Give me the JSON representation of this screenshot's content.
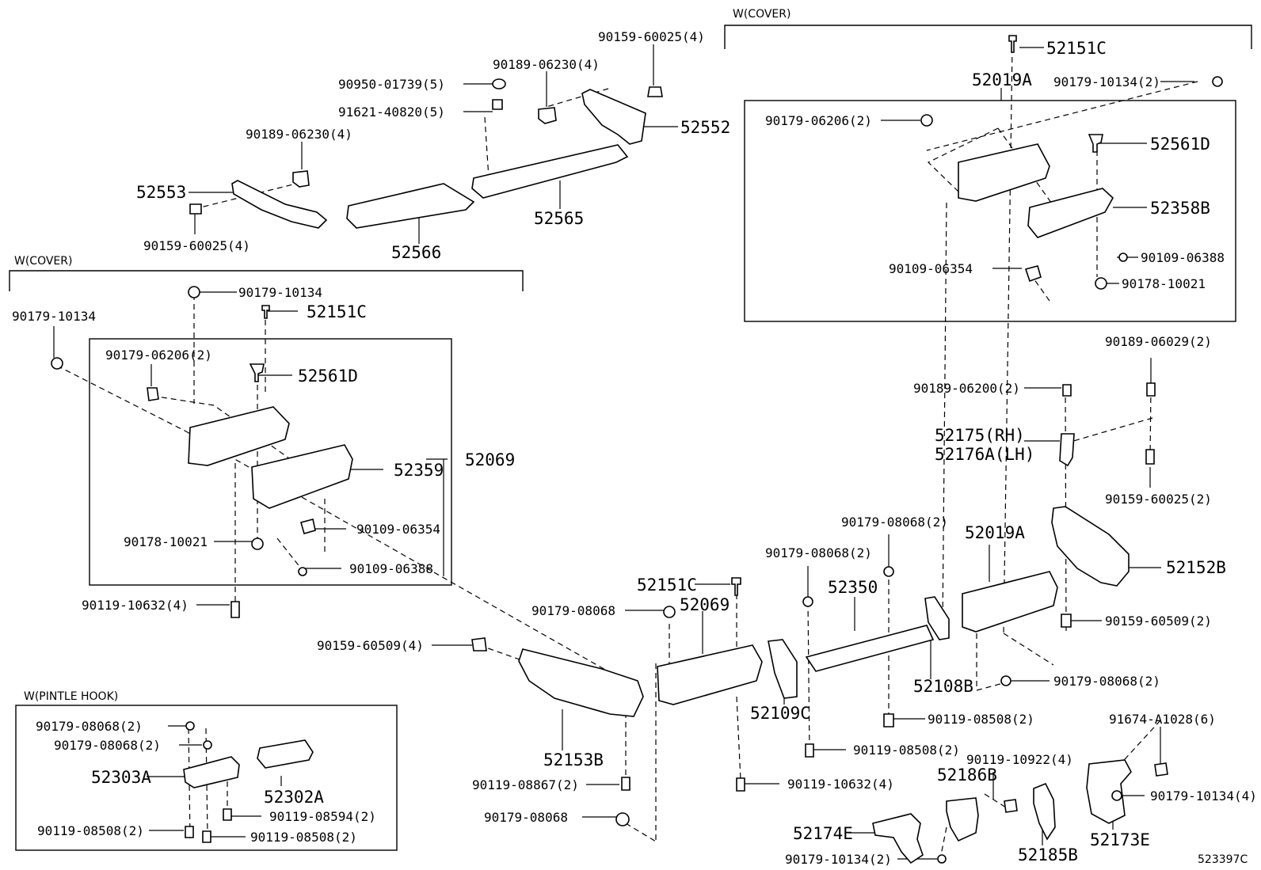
{
  "diagram_code": "523397C",
  "callouts": {
    "c_90159_60025_4_top": "90159-60025(4)",
    "c_90189_06230_4_top": "90189-06230(4)",
    "c_90950_01739_5": "90950-01739(5)",
    "c_91621_40820_5": "91621-40820(5)",
    "c_52552": "52552",
    "c_90189_06230_4_left": "90189-06230(4)",
    "c_52553": "52553",
    "c_90159_60025_4_left": "90159-60025(4)",
    "c_52566": "52566",
    "c_52565": "52565",
    "c_wcover_right": "W(COVER)",
    "c_52151C_top": "52151C",
    "c_52019A_top": "52019A",
    "c_90179_10134_2_top": "90179-10134(2)",
    "c_90179_06206_2_right": "90179-06206(2)",
    "c_52561D_right": "52561D",
    "c_52358B": "52358B",
    "c_90109_06388_right": "90109-06388",
    "c_90109_06354_right": "90109-06354",
    "c_90178_10021_right": "90178-10021",
    "c_wcover_left": "W(COVER)",
    "c_90179_10134_a": "90179-10134",
    "c_90179_10134_b": "90179-10134",
    "c_52151C_left": "52151C",
    "c_90179_06206_2_left": "90179-06206(2)",
    "c_52561D_left": "52561D",
    "c_52359": "52359",
    "c_52069_left": "52069",
    "c_90178_10021_left": "90178-10021",
    "c_90109_06354_left": "90109-06354",
    "c_90109_06388_left": "90109-06388",
    "c_90119_10632_4_left": "90119-10632(4)",
    "c_90189_06029_2": "90189-06029(2)",
    "c_90189_06200_2": "90189-06200(2)",
    "c_52175_rh": "52175(RH)",
    "c_52176A_lh": "52176A(LH)",
    "c_90159_60025_2": "90159-60025(2)",
    "c_90179_08068_2_a": "90179-08068(2)",
    "c_90179_08068_2_b": "90179-08068(2)",
    "c_52019A_mid": "52019A",
    "c_52152B": "52152B",
    "c_52151C_mid": "52151C",
    "c_52069_mid": "52069",
    "c_52350": "52350",
    "c_90179_08068_mid": "90179-08068",
    "c_90159_60509_2": "90159-60509(2)",
    "c_90159_60509_4": "90159-60509(4)",
    "c_52108B": "52108B",
    "c_90179_08068_2_c": "90179-08068(2)",
    "c_52109C": "52109C",
    "c_90119_08508_2_a": "90119-08508(2)",
    "c_91674_A1028_6": "91674-A1028(6)",
    "c_wpintle": "W(PINTLE HOOK)",
    "c_90179_08068_2_p1": "90179-08068(2)",
    "c_90179_08068_2_p2": "90179-08068(2)",
    "c_52303A": "52303A",
    "c_52302A": "52302A",
    "c_90119_08594_2": "90119-08594(2)",
    "c_90119_08508_2_p1": "90119-08508(2)",
    "c_90119_08508_2_p2": "90119-08508(2)",
    "c_52153B": "52153B",
    "c_90119_08867_2": "90119-08867(2)",
    "c_90179_08068_bottom": "90179-08068",
    "c_90119_10632_4_mid": "90119-10632(4)",
    "c_90119_08508_2_b": "90119-08508(2)",
    "c_90119_10922_4": "90119-10922(4)",
    "c_52186B": "52186B",
    "c_90179_10134_4": "90179-10134(4)",
    "c_52174E": "52174E",
    "c_90179_10134_2_bottom": "90179-10134(2)",
    "c_52185B": "52185B",
    "c_52173E": "52173E"
  }
}
